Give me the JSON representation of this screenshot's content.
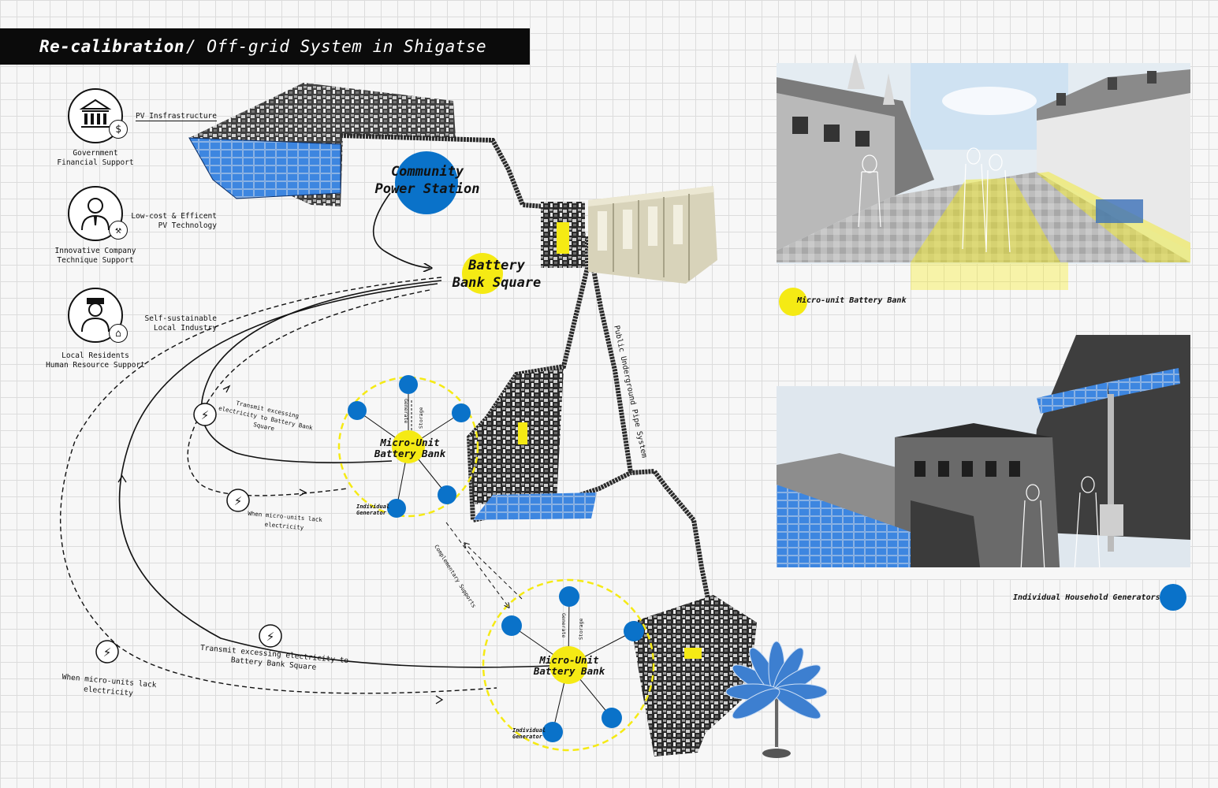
{
  "title": {
    "bold": "Re-calibration",
    "rest": "/ Off-grid System in Shigatse"
  },
  "stakeholders": [
    {
      "caption_1": "Government",
      "caption_2": "Financial Support",
      "link_1": "PV Insfrastructure",
      "link_2": ""
    },
    {
      "caption_1": "Innovative Company",
      "caption_2": "Technique Support",
      "link_1": "Low-cost & Efficent",
      "link_2": "PV Technology"
    },
    {
      "caption_1": "Local Residents",
      "caption_2": "Human Resource Support",
      "link_1": "Self-sustainable",
      "link_2": "Local Industry"
    }
  ],
  "diagram": {
    "community_station_1": "Community",
    "community_station_2": "Power Station",
    "battery_square_1": "Battery",
    "battery_square_2": "Bank Square",
    "pipe_label": "Public Underground Pipe System",
    "micro_unit_1": "Micro-Unit",
    "micro_unit_2": "Battery Bank",
    "generate": "Generate",
    "storage": "Storage",
    "individual_1": "Individual",
    "individual_2": "Generator",
    "complementary": "Complementary Supports",
    "transmit_upper": [
      "Transmit excessing",
      "electricity to Battery Bank",
      "Square"
    ],
    "lack_upper": [
      "When micro-units lack",
      "electricity"
    ],
    "transmit_lower": [
      "Transmit excessing electricity to",
      "Battery Bank Square"
    ],
    "lack_lower": [
      "When micro-units lack",
      "electricity"
    ]
  },
  "legend": {
    "micro_unit_battery_bank": "Micro-unit Battery Bank",
    "household_generators": "Individual Household Generators"
  },
  "colors": {
    "blue": "#0a72c9",
    "yellow": "#f5ea14",
    "black": "#0b0b0b"
  }
}
